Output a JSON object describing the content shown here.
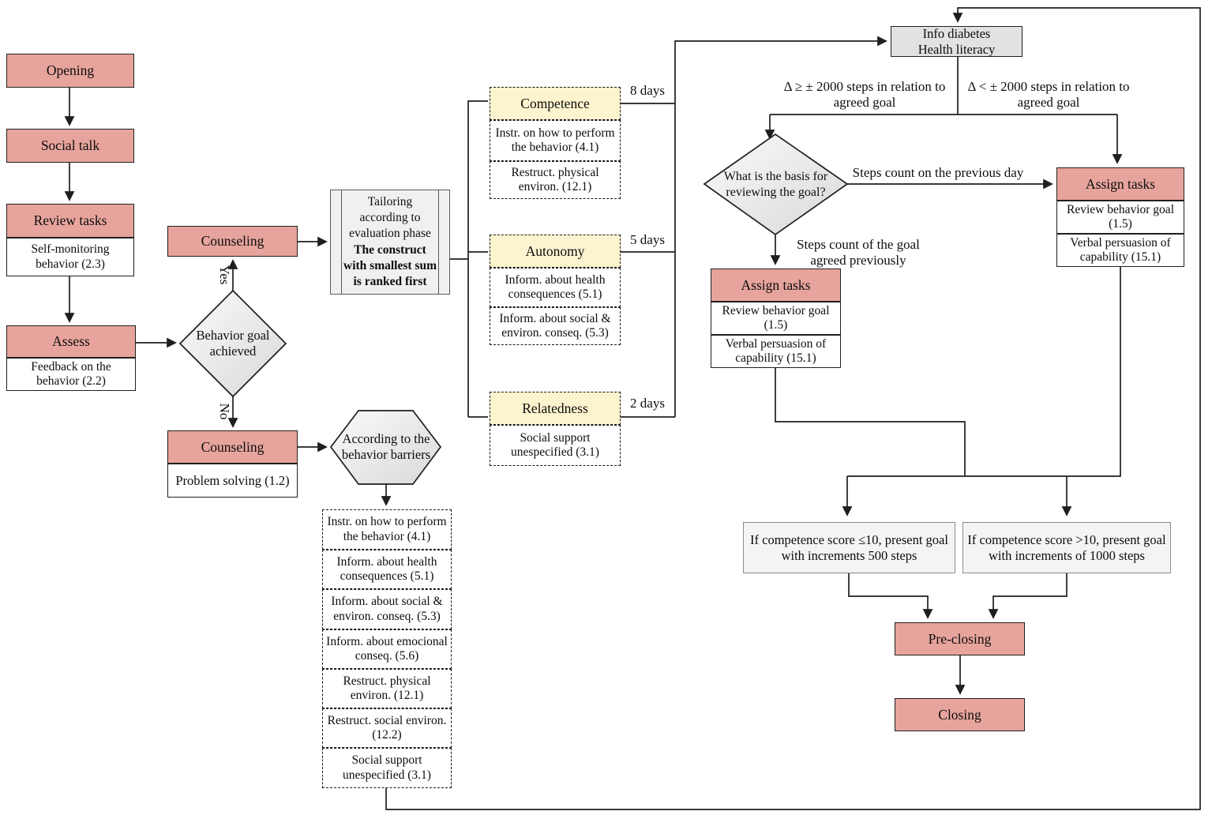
{
  "colors": {
    "salmon": "#e7a49c",
    "yellow": "#fcf3cf",
    "gray_shape": "#e2e2e2",
    "score_box": "#f4f4f4",
    "line": "#1f1f1f"
  },
  "flow": {
    "opening": "Opening",
    "social_talk": "Social talk",
    "review_tasks": {
      "title": "Review tasks",
      "sub": "Self-monitoring behavior (2.3)"
    },
    "assess": {
      "title": "Assess",
      "sub": "Feedback on the behavior (2.2)"
    },
    "goal_diamond": {
      "text": "Behavior goal achieved",
      "yes_label": "Yes",
      "no_label": "No"
    },
    "counseling_yes": "Counseling",
    "tailoring": {
      "normal": "Tailoring according to evaluation phase",
      "bold": "The construct with smallest sum is ranked first"
    },
    "counseling_no": {
      "title": "Counseling",
      "sub": "Problem solving (1.2)"
    },
    "barriers_hexagon": "According to the behavior barriers",
    "barriers_list": [
      "Instr. on how to perform the behavior (4.1)",
      "Inform. about health consequences (5.1)",
      "Inform. about social & environ. conseq. (5.3)",
      "Inform. about emocional conseq. (5.6)",
      "Restruct. physical environ. (12.1)",
      "Restruct. social environ. (12.2)",
      "Social support unespecified (3.1)"
    ],
    "constructs": {
      "competence": {
        "title": "Competence",
        "days": "8 days",
        "subs": [
          "Instr. on how to perform the behavior (4.1)",
          "Restruct. physical environ. (12.1)"
        ]
      },
      "autonomy": {
        "title": "Autonomy",
        "days": "5 days",
        "subs": [
          "Inform. about health consequences (5.1)",
          "Inform. about social & environ. conseq. (5.3)"
        ]
      },
      "relatedness": {
        "title": "Relatedness",
        "days": "2 days",
        "subs": [
          "Social support unespecified (3.1)"
        ]
      }
    },
    "info_box": {
      "line1": "Info diabetes",
      "line2": "Health literacy"
    },
    "branch_labels": {
      "delta_ge": "Δ ≥ ± 2000 steps in relation to agreed goal",
      "delta_lt": "Δ < ± 2000 steps in relation to agreed goal",
      "prev_day": "Steps count on the previous day",
      "agreed_goal": "Steps count of the goal agreed previously"
    },
    "review_diamond": "What is the basis for reviewing the goal?",
    "assign_tasks_left": {
      "title": "Assign tasks",
      "subs": [
        "Review behavior goal (1.5)",
        "Verbal persuasion of capability (15.1)"
      ]
    },
    "assign_tasks_right": {
      "title": "Assign tasks",
      "subs": [
        "Review behavior goal (1.5)",
        "Verbal persuasion of capability (15.1)"
      ]
    },
    "score_rules": {
      "low": "If competence score ≤10, present goal with increments 500 steps",
      "high": "If competence score >10, present goal with increments of 1000 steps"
    },
    "pre_closing": "Pre-closing",
    "closing": "Closing"
  }
}
